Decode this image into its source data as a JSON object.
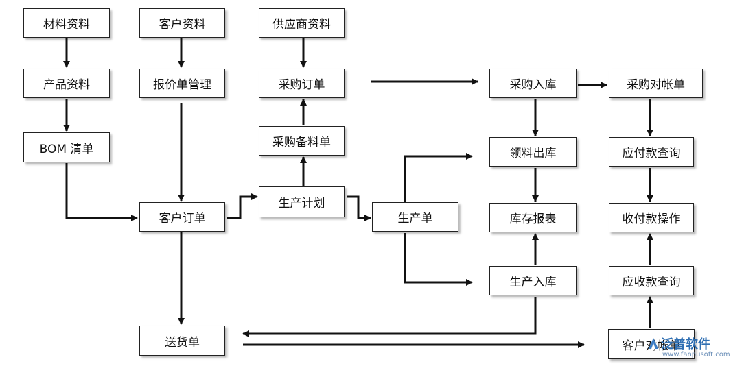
{
  "nodes": {
    "material": "材料资料",
    "product": "产品资料",
    "bom": "BOM 清单",
    "customer": "客户资料",
    "quote": "报价单管理",
    "order": "客户订单",
    "delivery": "送货单",
    "supplier": "供应商资料",
    "purchase": "采购订单",
    "prep": "采购备料单",
    "plan": "生产计划",
    "prodorder": "生产单",
    "inbound": "采购入库",
    "pick": "领料出库",
    "stock": "库存报表",
    "prodin": "生产入库",
    "recon": "采购对帐单",
    "payq": "应付款查询",
    "payop": "收付款操作",
    "recvq": "应收款查询",
    "custrecon": "客户对帐单"
  },
  "watermark": {
    "name": "泛普软件",
    "url": "www.fanpusoft.com"
  },
  "colors": {
    "line": "#111111",
    "border": "#222222",
    "watermark": "#2f6fb3"
  }
}
